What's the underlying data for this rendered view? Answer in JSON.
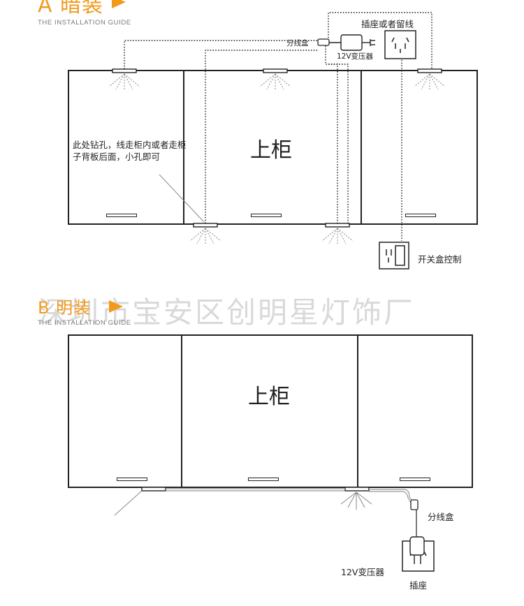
{
  "section_a": {
    "title": "A 暗装",
    "subtitle": "THE INSTALLATION GUIDE",
    "cabinet_label": "上柜",
    "drill_note": "此处钻孔，线走柜内或者走柜子背板后面，小孔即可",
    "junction_box_label": "分线盒",
    "transformer_label": "12V变压器",
    "socket_label": "插座或者留线",
    "switch_label": "开关盒控制"
  },
  "section_b": {
    "title": "B 明装",
    "subtitle": "THE INSTALLATION GUIDE",
    "cabinet_label": "上柜",
    "junction_box_label": "分线盒",
    "transformer_label": "12V变压器",
    "socket_label": "插座"
  },
  "watermark": "深圳市宝安区创明星灯饰厂",
  "colors": {
    "accent": "#f29a1e",
    "line": "#222222",
    "light_rays": "#888888"
  }
}
